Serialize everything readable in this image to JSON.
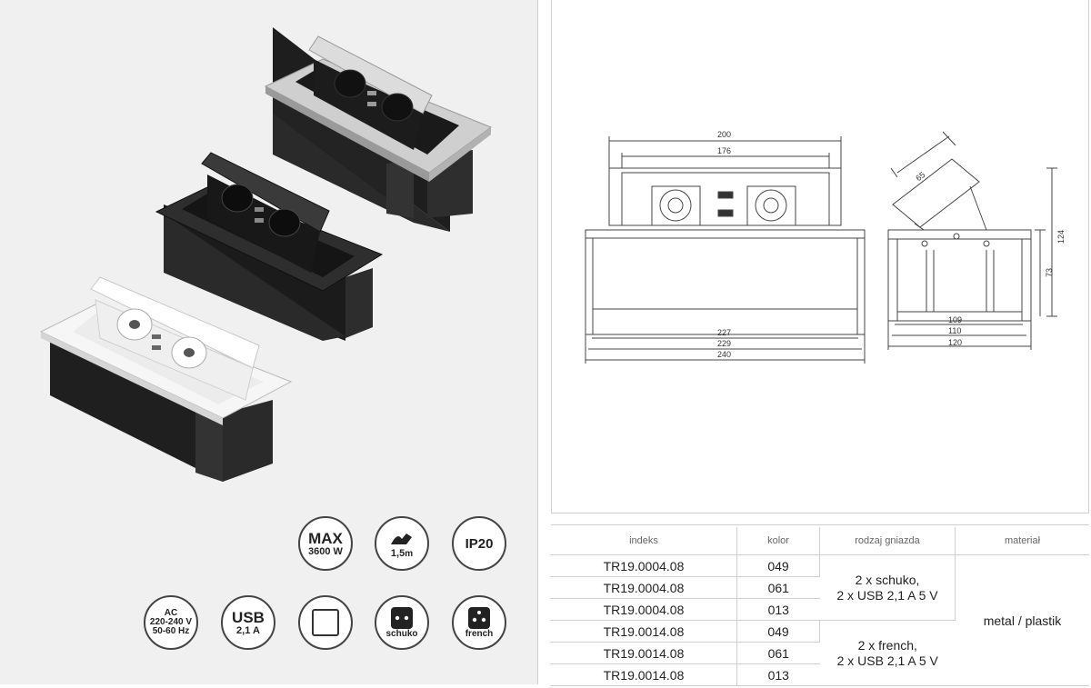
{
  "product_colors": {
    "silver": "#c9c9c9",
    "black": "#2b2b2b",
    "white": "#f4f4f4",
    "body": "#262626"
  },
  "icons": {
    "max_power": {
      "line1": "MAX",
      "line2": "3600 W"
    },
    "cable": {
      "label": "1,5",
      "unit": "m",
      "icon": "plug-cable-icon"
    },
    "ip": {
      "label": "IP20"
    },
    "voltage": {
      "line1": "AC",
      "line2": "220-240 V",
      "line3": "50-60 Hz"
    },
    "usb": {
      "line1": "USB",
      "line2": "2,1 A"
    },
    "frame": {
      "icon": "square-frame-icon"
    },
    "schuko": {
      "label": "schuko",
      "icon": "schuko-socket-icon"
    },
    "french": {
      "label": "french",
      "icon": "french-socket-icon"
    }
  },
  "drawing": {
    "front": {
      "width_top": "200",
      "width_inner": "176",
      "width_227": "227",
      "width_229": "229",
      "width_240": "240"
    },
    "side": {
      "angle_65": "65",
      "height_124": "124",
      "height_73": "73",
      "depth_109": "109",
      "depth_110": "110",
      "depth_120": "120"
    }
  },
  "table": {
    "headers": [
      "indeks",
      "kolor",
      "rodzaj gniazda",
      "materiał"
    ],
    "rows": [
      {
        "indeks": "TR19.0004.08",
        "kolor": "049"
      },
      {
        "indeks": "TR19.0004.08",
        "kolor": "061"
      },
      {
        "indeks": "TR19.0004.08",
        "kolor": "013"
      },
      {
        "indeks": "TR19.0014.08",
        "kolor": "049"
      },
      {
        "indeks": "TR19.0014.08",
        "kolor": "061"
      },
      {
        "indeks": "TR19.0014.08",
        "kolor": "013"
      }
    ],
    "socket_group_1": {
      "line1": "2 x schuko,",
      "line2": "2 x USB 2,1 A 5 V"
    },
    "socket_group_2": {
      "line1": "2 x french,",
      "line2": "2 x USB 2,1 A 5 V"
    },
    "material": "metal / plastik"
  }
}
